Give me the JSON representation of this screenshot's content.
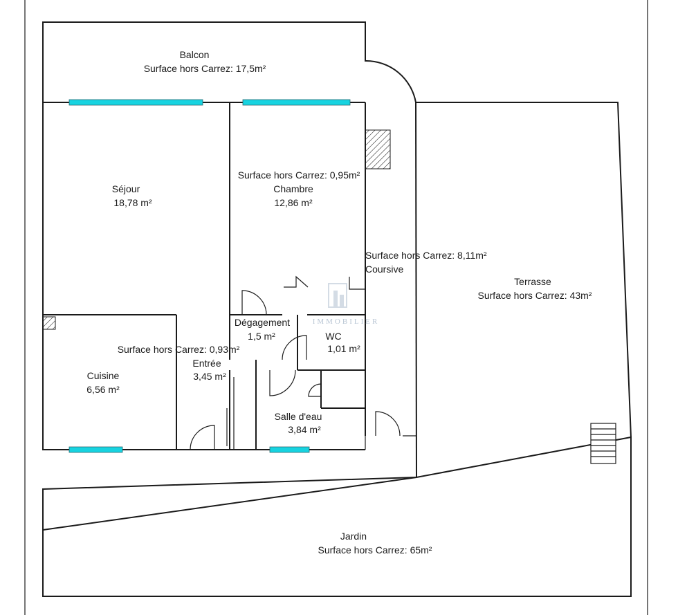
{
  "rooms": {
    "balcon": {
      "name": "Balcon",
      "area": "Surface hors Carrez: 17,5m²"
    },
    "sejour": {
      "name": "Séjour",
      "area": "18,78  m²"
    },
    "chambre": {
      "extra": "Surface hors Carrez: 0,95m²",
      "name": "Chambre",
      "area": "12,86  m²"
    },
    "coursive": {
      "area": "Surface hors Carrez: 8,11m²",
      "name": "Coursive"
    },
    "terrasse": {
      "name": "Terrasse",
      "area": "Surface hors Carrez: 43m²"
    },
    "degagement": {
      "name": "Dégagement",
      "area": "1,5  m²"
    },
    "wc": {
      "name": "WC",
      "area": "1,01  m²"
    },
    "entree": {
      "extra": "Surface hors Carrez: 0,93m²",
      "name": "Entrée",
      "area": "3,45  m²"
    },
    "cuisine": {
      "name": "Cuisine",
      "area": "6,56  m²"
    },
    "salle_eau": {
      "name": "Salle d'eau",
      "area": "3,84  m²"
    },
    "jardin": {
      "name": "Jardin",
      "area": "Surface hors Carrez: 65m²"
    }
  },
  "watermark": {
    "text": "IMMOBILIER"
  },
  "colors": {
    "window": "#17d3e0",
    "wall": "#1a1a1a"
  }
}
